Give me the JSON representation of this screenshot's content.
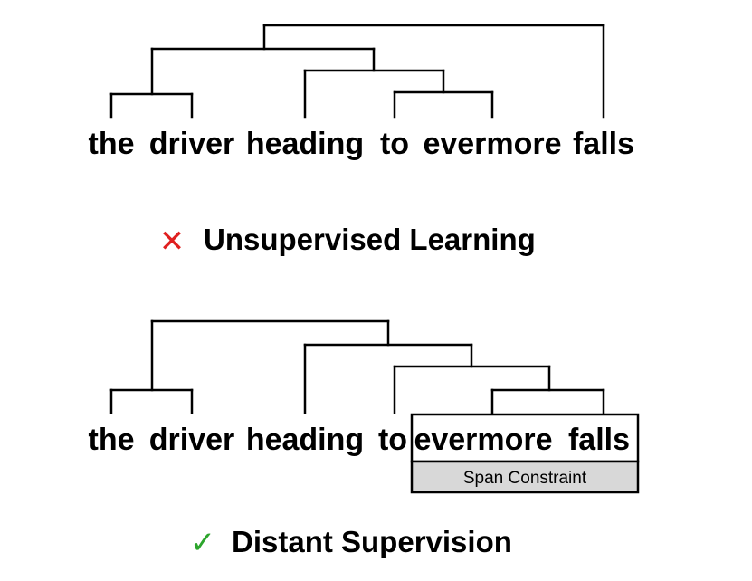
{
  "top": {
    "words": [
      "the",
      "driver",
      "heading",
      "to",
      "evermore",
      "falls"
    ],
    "caption": "Unsupervised Learning",
    "mark_icon": "cross-icon",
    "mark_glyph": "✕",
    "mark_color": "#e02020"
  },
  "bottom": {
    "words": [
      "the",
      "driver",
      "heading",
      "to",
      "evermore",
      "falls"
    ],
    "constraint_label": "Span Constraint",
    "caption": "Distant Supervision",
    "mark_icon": "check-icon",
    "mark_glyph": "✓",
    "mark_color": "#2ca52c"
  },
  "colors": {
    "constraint_fill": "#d8d8d8",
    "line": "#000000"
  }
}
